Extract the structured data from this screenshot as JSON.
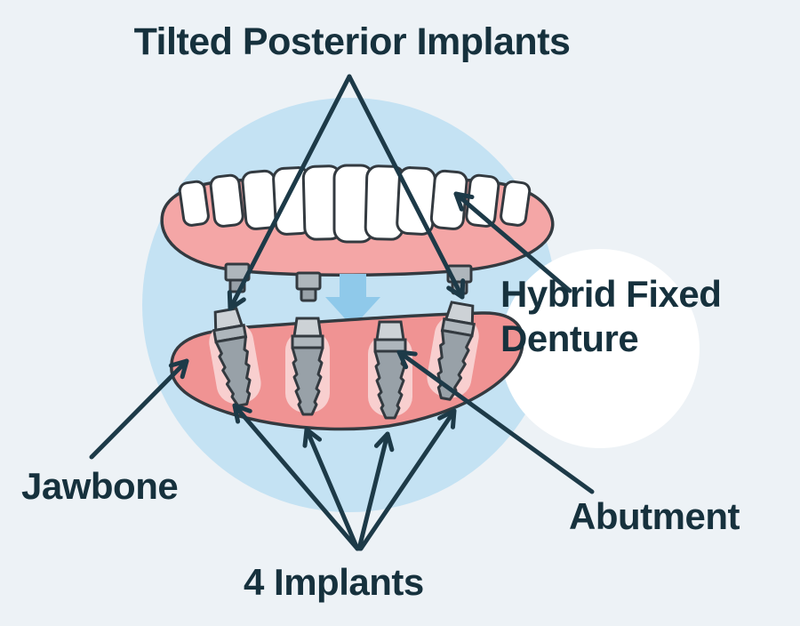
{
  "title": "Tilted Posterior Implants",
  "labels": {
    "hybrid": "Hybrid Fixed\nDenture",
    "jawbone": "Jawbone",
    "abutment": "Abutment",
    "implants": "4 Implants"
  },
  "diagram": {
    "implant_count": 4,
    "tilted_implants": 2,
    "icons": [
      "down-arrow-icon",
      "leader-arrowhead-icon"
    ]
  },
  "colors": {
    "page_background": "#edf2f6",
    "circle_background": "#c4e2f3",
    "text": "#16313d",
    "leader_arrow": "#1d3a48",
    "gum_pink": "#f4a6a6",
    "jawbone_pink": "#f09393",
    "socket_pink": "#f8cfcf",
    "tooth_white": "#ffffff",
    "implant_gray": "#98a1a8",
    "abutment_gray": "#cdd2d6",
    "down_arrow_blue": "#8fc9ea",
    "outline": "#333a40"
  }
}
